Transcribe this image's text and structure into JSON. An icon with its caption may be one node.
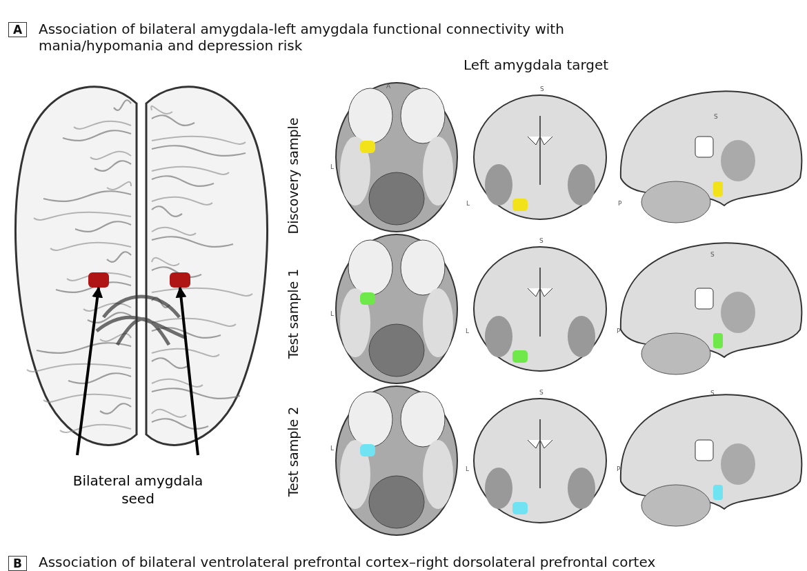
{
  "diagram": {
    "nodes": [
      {
        "text": [
          "Bilateral amygdala seed"
        ]
      },
      {
        "text": [],
        "shape": "box"
      },
      {
        "text": [],
        "shape": "box"
      }
    ],
    "edges": [
      {
        "from": 0,
        "to": 1,
        "arrow": "to"
      },
      {
        "from": 0,
        "to": 2,
        "arrow": "to"
      }
    ],
    "labels": [
      "A",
      "Association of bilateral amygdala-left amygdala functional connectivity with mania/hypomania and depression risk",
      "Left amygdala target",
      "Discovery sample",
      "Test sample 1",
      "Test sample 2",
      "A",
      "L",
      "S",
      "L",
      "S",
      "P",
      "L",
      "S",
      "L",
      "S",
      "P",
      "L",
      "S",
      "L",
      "S",
      "P",
      "B",
      "Association of bilateral ventrolateral prefrontal cortex–right dorsolateral prefrontal cortex"
    ]
  }
}
